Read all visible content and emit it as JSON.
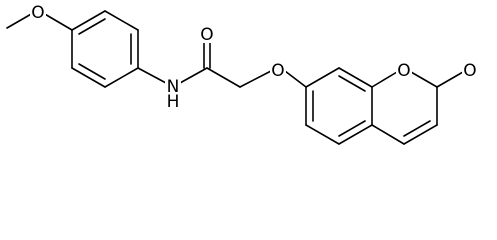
{
  "atom_labels": {
    "methoxy_oxygen": "O",
    "amide_nitrogen": "N",
    "amide_hydrogen": "H",
    "carbonyl_oxygen": "O",
    "ether_oxygen": "O",
    "ring_oxygen": "O",
    "lactone_carbonyl_oxygen": "O"
  }
}
